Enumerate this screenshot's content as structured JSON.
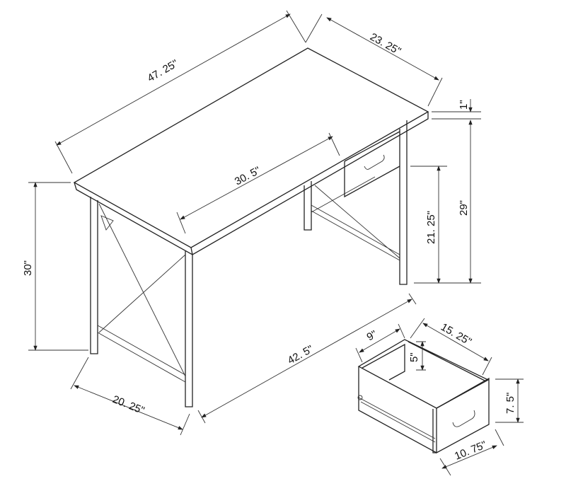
{
  "dimensions": {
    "desk_width": "47. 25\"",
    "desk_depth": "23. 25\"",
    "top_thickness": "1\"",
    "leg_clearance_height": "29\"",
    "drawer_clearance_height": "21. 25\"",
    "knee_width": "30. 5\"",
    "total_height": "30\"",
    "base_width": "42. 5\"",
    "base_depth": "20. 25\"",
    "drawer_width": "9\"",
    "drawer_depth": "15. 25\"",
    "drawer_inner_height": "5\"",
    "drawer_height": "7. 5\"",
    "drawer_front_width": "10. 75\""
  },
  "colors": {
    "line": "#222222",
    "background": "#ffffff"
  }
}
